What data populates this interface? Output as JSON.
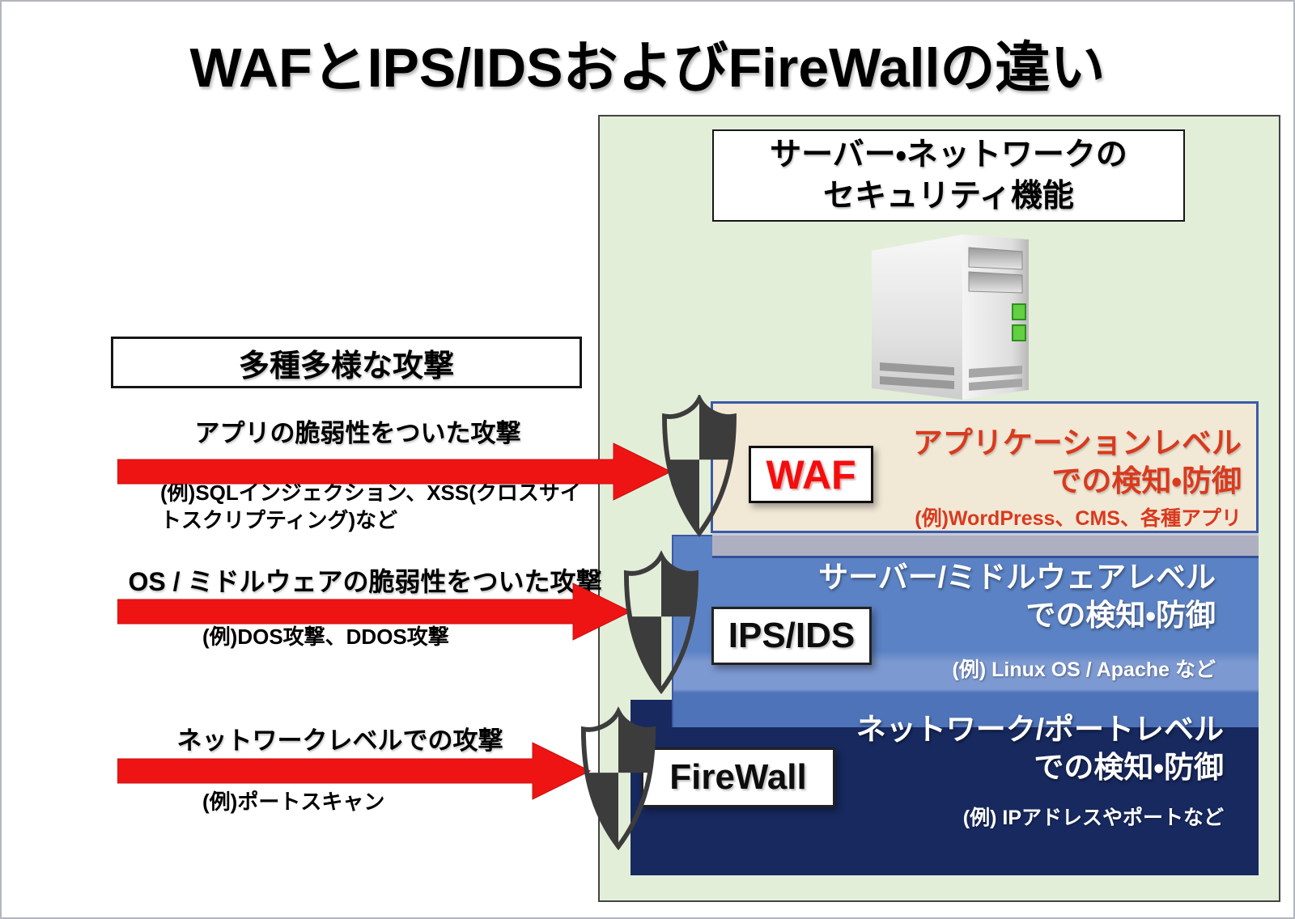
{
  "page": {
    "title": "WAFとIPS/IDSおよびFireWallの違い"
  },
  "security_panel": {
    "header_line1": "サーバー・ネットワークの",
    "header_line2": "セキュリティ機能",
    "server_icon": "server-tower-icon"
  },
  "attacks": {
    "box_label": "多種多様な攻撃",
    "items": [
      {
        "label": "アプリの脆弱性をついた攻撃",
        "example": "(例)SQLインジェクション、XSS(クロスサイトスクリプティング)など"
      },
      {
        "label": "OS / ミドルウェアの脆弱性をついた攻撃",
        "example": "(例)DOS攻撃、DDOS攻撃"
      },
      {
        "label": "ネットワークレベルでの攻撃",
        "example": "(例)ポートスキャン"
      }
    ]
  },
  "layers": [
    {
      "name": "WAF",
      "title_line1": "アプリケーションレベル",
      "title_line2": "での検知・防御",
      "example": "(例)WordPress、CMS、各種アプリ"
    },
    {
      "name": "IPS/IDS",
      "title_line1": "サーバー/ミドルウェアレベル",
      "title_line2": "での検知・防御",
      "example": "(例) Linux OS / Apache など"
    },
    {
      "name": "FireWall",
      "title_line1": "ネットワーク/ポートレベル",
      "title_line2": "での検知・防御",
      "example": "(例) IPアドレスやポートなど"
    }
  ],
  "colors": {
    "panel_green": "#e3eed9",
    "waf_band": "#f2e8d6",
    "waf_text": "#d93a1e",
    "waf_label_red": "#f50d0d",
    "ips_band_blue": "#5b82c4",
    "firewall_navy": "#17295f",
    "gray_strip": "#aeb0c1",
    "arrow_red": "#ee1414",
    "shield_dark": "#3d3c3c",
    "led_green": "#63cf43"
  }
}
